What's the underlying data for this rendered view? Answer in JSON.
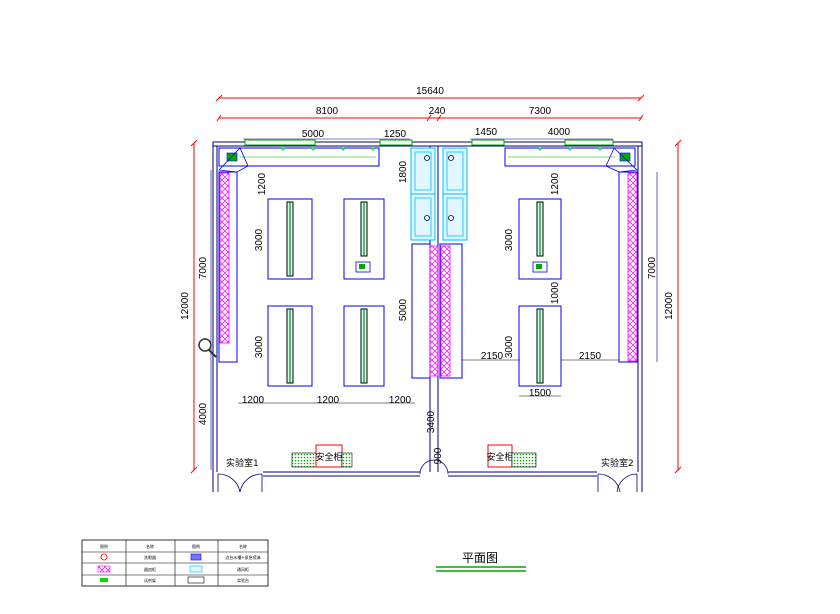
{
  "drawing": {
    "title": "平面图",
    "colors": {
      "wall": "#000080",
      "dimension": "#ff0000",
      "bench_edge": "#0000ff",
      "fume_hood": "#00bfff",
      "storage_cabinet": "#ff00ff",
      "safety_cabinet": "#ff0000",
      "title_underline": "#00aa00",
      "window": "#00aa00"
    },
    "dimensions": {
      "overall_width": "15640",
      "left_room_width": "8100",
      "wall_thickness": "240",
      "right_room_width": "7300",
      "left_window": "5000",
      "left_gap": "1250",
      "right_gap": "1450",
      "right_window": "4000",
      "overall_height_left": "12000",
      "overall_height_right": "12000",
      "left_cabinet_run": "7000",
      "left_bottom_gap": "4000",
      "right_cabinet_run": "7000",
      "hood_depth": "1800",
      "left_top_gap": "1200",
      "left_bench_a": "3000",
      "left_bench_b": "3000",
      "left_aisle_1": "1200",
      "left_aisle_2": "1200",
      "left_aisle_3": "1200",
      "center_cabinet_run": "5000",
      "center_gap_left": "2150",
      "center_gap_right": "2150",
      "corridor": "3400",
      "door_width": "900",
      "right_top_gap": "1200",
      "right_bench_a": "3000",
      "right_bench_gap": "1000",
      "right_bench_b": "3000",
      "right_bench_width": "1500"
    },
    "rooms": {
      "left_label": "实验室1",
      "right_label": "实验室2"
    },
    "safety_cabinets": {
      "left_label": "安全柜",
      "right_label": "安全柜"
    },
    "legend": {
      "headers": [
        "图例",
        "名称",
        "图例",
        "名称"
      ],
      "rows": [
        [
          "洗眼器",
          "边台水槽+紧急喷淋"
        ],
        [
          "器皿柜",
          "通风柜"
        ],
        [
          "试剂架",
          "实验台"
        ]
      ]
    }
  }
}
